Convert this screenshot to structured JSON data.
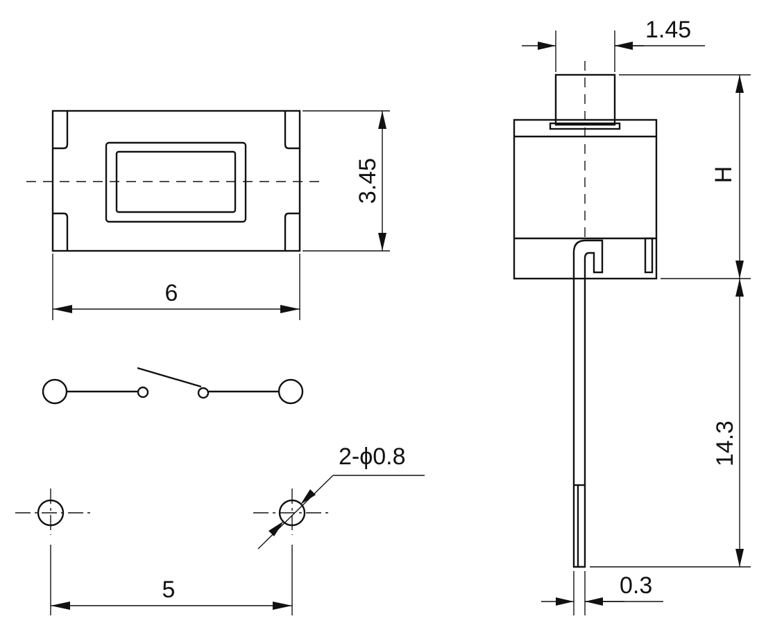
{
  "dimensions": {
    "top_width": "6",
    "top_height": "3.45",
    "actuator_width": "1.45",
    "body_height": "H",
    "lead_length": "14.3",
    "lead_thickness": "0.3",
    "pin_pitch": "5",
    "hole_spec": "2-ϕ0.8"
  },
  "views": [
    "top-view",
    "side-view",
    "switch-schematic",
    "pcb-hole-layout"
  ]
}
